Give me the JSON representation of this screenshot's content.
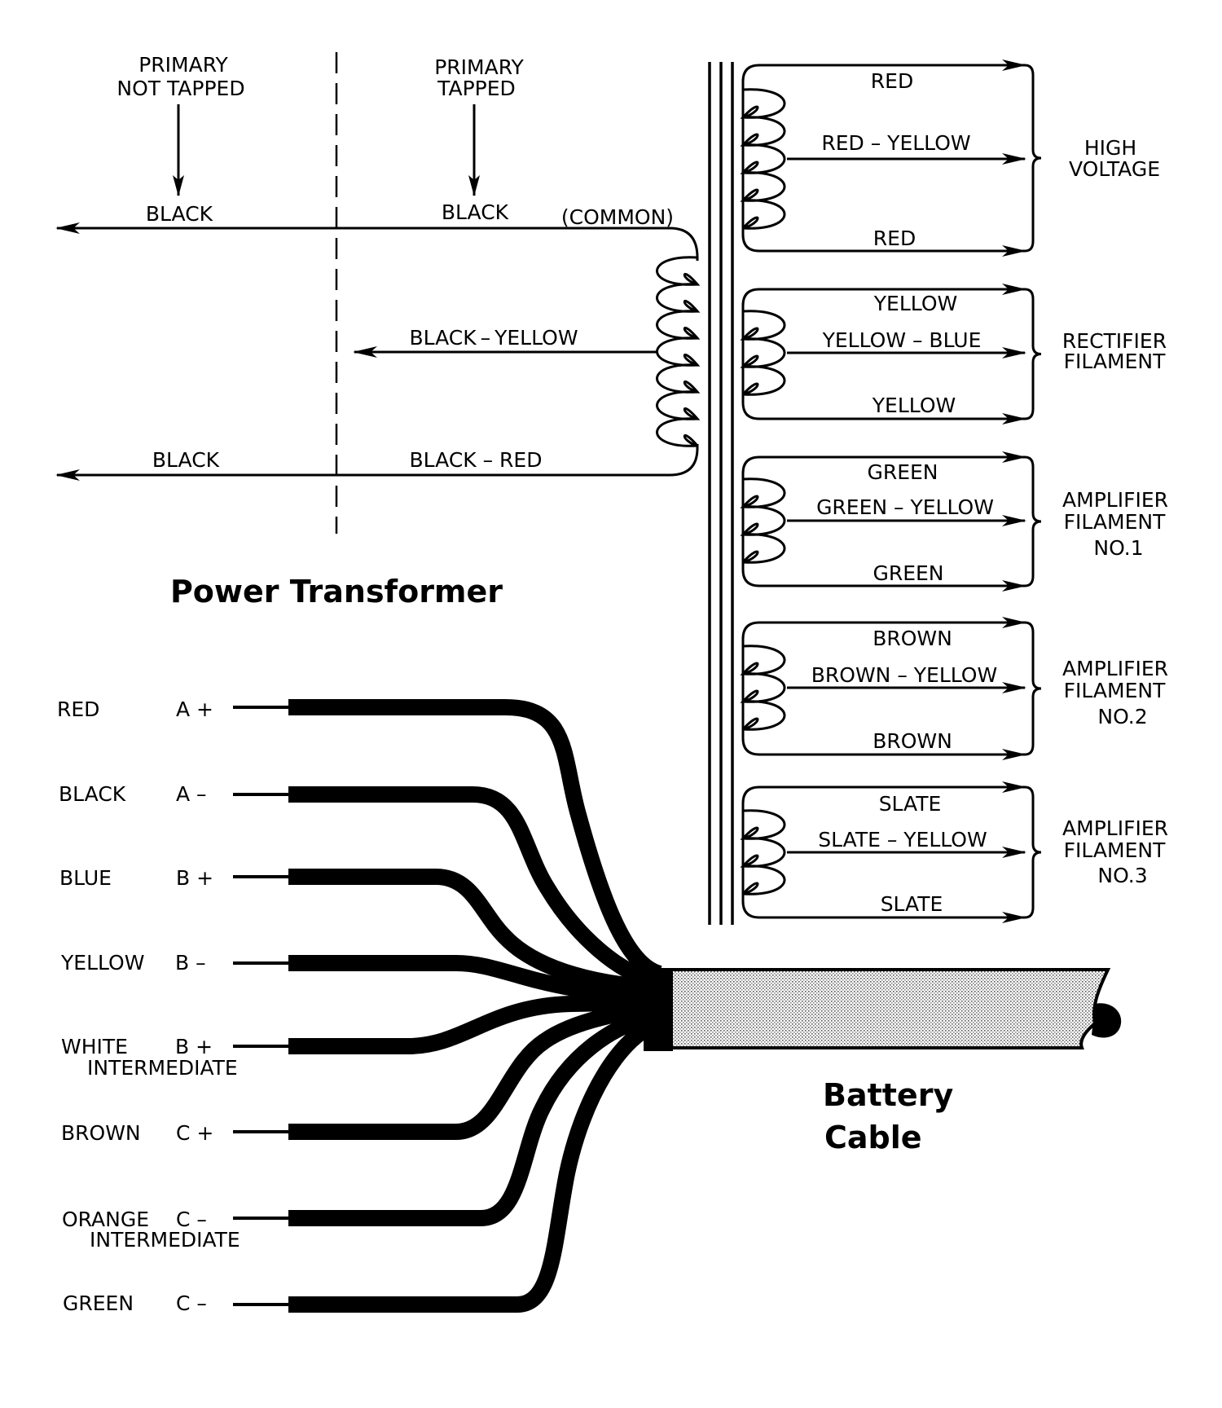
{
  "primary": {
    "not_tapped": {
      "line1": "PRIMARY",
      "line2": "NOT TAPPED",
      "lead": "BLACK"
    },
    "tapped": {
      "line1": "PRIMARY",
      "line2": "TAPPED",
      "lead": "BLACK"
    },
    "common": "(COMMON)",
    "black_yellow": "BLACK – YELLOW",
    "lower_left": "BLACK",
    "black_red": "BLACK – RED"
  },
  "title_transformer": "Power Transformer",
  "secondaries": [
    {
      "top": "RED",
      "middle": "RED – YELLOW",
      "bottom": "RED",
      "group": [
        "HIGH",
        "VOLTAGE"
      ]
    },
    {
      "top": "YELLOW",
      "middle": "YELLOW – BLUE",
      "bottom": "YELLOW",
      "group": [
        "RECTIFIER",
        "FILAMENT"
      ]
    },
    {
      "top": "GREEN",
      "middle": "GREEN – YELLOW",
      "bottom": "GREEN",
      "group": [
        "AMPLIFIER",
        "FILAMENT",
        "NO.1"
      ]
    },
    {
      "top": "BROWN",
      "middle": "BROWN – YELLOW",
      "bottom": "BROWN",
      "group": [
        "AMPLIFIER",
        "FILAMENT",
        "NO.2"
      ]
    },
    {
      "top": "SLATE",
      "middle": "SLATE – YELLOW",
      "bottom": "SLATE",
      "group": [
        "AMPLIFIER",
        "FILAMENT",
        "NO.3"
      ]
    }
  ],
  "battery_leads": [
    {
      "color": "RED",
      "terminal": "A +"
    },
    {
      "color": "BLACK",
      "terminal": "A –"
    },
    {
      "color": "BLUE",
      "terminal": "B +"
    },
    {
      "color": "YELLOW",
      "terminal": "B –"
    },
    {
      "color": "WHITE",
      "terminal": "B +",
      "extra": "INTERMEDIATE"
    },
    {
      "color": "BROWN",
      "terminal": "C +"
    },
    {
      "color": "ORANGE",
      "terminal": "C –",
      "extra": "INTERMEDIATE"
    },
    {
      "color": "GREEN",
      "terminal": "C –"
    }
  ],
  "title_cable": [
    "Battery",
    "Cable"
  ]
}
